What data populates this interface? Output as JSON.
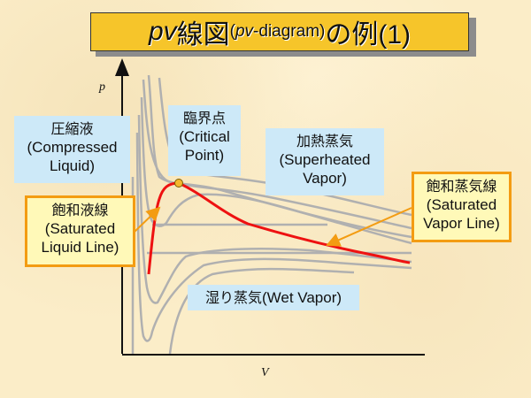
{
  "title": {
    "part1_italic": "pv",
    "part2": "線図",
    "part3_small": "(",
    "part4_small_italic": "pv",
    "part5_small": "-diagram)",
    "part6": "の例(1)"
  },
  "axes": {
    "y_label": "p",
    "x_label": "V"
  },
  "labels": {
    "compressed_liquid": {
      "jp": "圧縮液",
      "en1": "(Compressed",
      "en2": "Liquid)"
    },
    "critical_point": {
      "jp": "臨界点",
      "en1": "(Critical",
      "en2": "Point)"
    },
    "superheated_vapor": {
      "jp": "加熱蒸気",
      "en1": "(Superheated",
      "en2": "Vapor)"
    },
    "saturated_liquid_line": {
      "jp": "飽和液線",
      "en1": "(Saturated",
      "en2": "Liquid Line)"
    },
    "saturated_vapor_line": {
      "jp": "飽和蒸気線",
      "en1": "(Saturated",
      "en2": "Vapor Line)"
    },
    "wet_vapor": {
      "jp": "湿り蒸気",
      "en": "(Wet Vapor)"
    }
  },
  "colors": {
    "saturation_curve": "#ee1111",
    "isotherm": "#b0b0b0",
    "critical_point": "#f5b82e",
    "arrow": "#f39c12",
    "title_bg": "#f6c52a",
    "region_box": "#cde9f8",
    "line_box": "#fff9b8"
  }
}
